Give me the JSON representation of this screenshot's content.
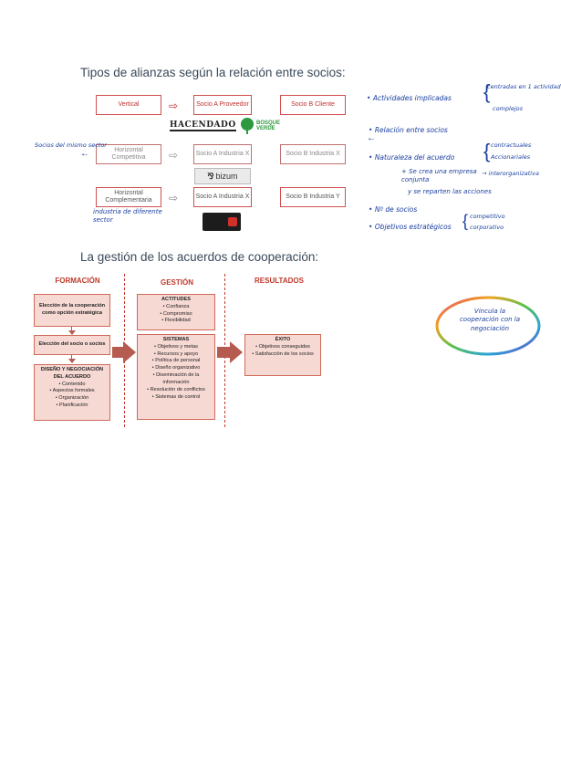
{
  "section1": {
    "title": "Tipos de alianzas según la relación entre socios:",
    "rows": [
      {
        "type": "Vertical",
        "a": "Socio A Proveedor",
        "b": "Socio B Cliente"
      },
      {
        "type": "Horizontal Competitiva",
        "a": "Socio A Industria X",
        "b": "Socio B Industria X"
      },
      {
        "type": "Horizontal Complementaria",
        "a": "Socio A Industria X",
        "b": "Socio B Industria Y"
      }
    ],
    "logos": {
      "hacendado": "HACENDADO",
      "bosque": "BOSQUE VERDE",
      "bizum": "bizum"
    }
  },
  "notes_right": {
    "actividades": "Actividades implicadas",
    "actividades_opts": [
      "centradas en 1 actividad",
      "complejos"
    ],
    "relacion": "Relación entre socios",
    "naturaleza": "Naturaleza del acuerdo",
    "naturaleza_opts": [
      "contractuales",
      "Accionariales"
    ],
    "se_crea": "Se crea una empresa conjunta",
    "se_reparten": "y se reparten las acciones",
    "interorganizativa": "interorganizativa",
    "n_socios": "Nº de socios",
    "objetivos": "Objetivos estratégicos",
    "objetivos_opts": [
      "competitivo",
      "corporativo"
    ]
  },
  "notes_left": {
    "socios": "Socios del mismo sector",
    "industria": "industria de diferente sector"
  },
  "section2": {
    "title": "La gestión de los acuerdos de cooperación:",
    "columns": [
      "FORMACIÓN",
      "GESTIÓN",
      "RESULTADOS"
    ],
    "formacion": {
      "box1": "Elección de la cooperación como opción estratégica",
      "box2": "Elección del socio o socios",
      "box3_title": "DISEÑO Y NEGOCIACIÓN DEL ACUERDO",
      "box3_items": [
        "Contenido",
        "Aspectos formales",
        "Organización",
        "Planificación"
      ]
    },
    "gestion": {
      "actitudes_title": "ACTITUDES",
      "actitudes_items": [
        "Confianza",
        "Compromiso",
        "Flexibilidad"
      ],
      "sistemas_title": "SISTEMAS",
      "sistemas_items": [
        "Objetivos y metas",
        "Recursos y apoyo",
        "Política de personal",
        "Diseño organizativo",
        "Diseminación de la información",
        "Resolución de conflictos",
        "Sistemas de control"
      ]
    },
    "resultados": {
      "title": "ÉXITO",
      "items": [
        "Objetivos conseguidos",
        "Satisfacción de los socios"
      ]
    }
  },
  "circle_note": "Vincula la cooperación con la negociación"
}
